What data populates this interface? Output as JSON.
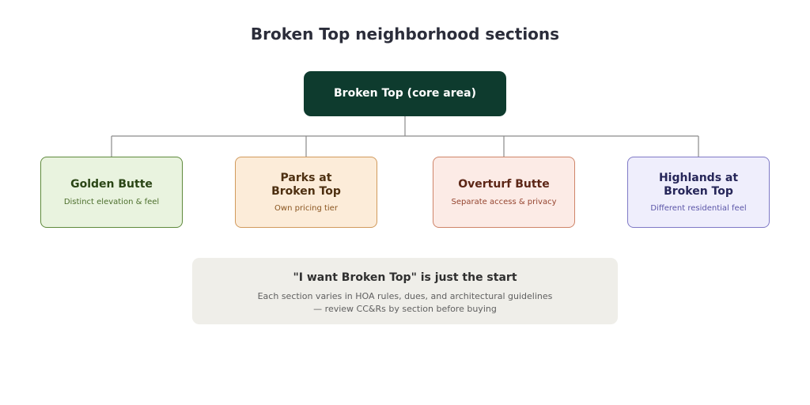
{
  "title": "Broken Top neighborhood sections",
  "root": {
    "label": "Broken Top (core area)"
  },
  "sections": [
    {
      "title": "Golden Butte",
      "subtitle": "Distinct elevation & feel"
    },
    {
      "title_lines": [
        "Parks at",
        "Broken Top"
      ],
      "subtitle": "Own pricing tier"
    },
    {
      "title": "Overturf Butte",
      "subtitle": "Separate access & privacy"
    },
    {
      "title_lines": [
        "Highlands at",
        "Broken Top"
      ],
      "subtitle": "Different residential feel"
    }
  ],
  "note": {
    "title": "\"I want Broken Top\" is just the start",
    "lines": [
      "Each section varies in HOA rules, dues, and architectural guidelines",
      "— review CC&Rs by section before buying"
    ]
  },
  "colors": {
    "root_fill": "#0e3b2e",
    "connector": "#8a8a8a",
    "golden_butte_fill": "#e9f3df",
    "parks_fill": "#fcecd9",
    "overturf_fill": "#fcebe6",
    "highlands_fill": "#efeefc",
    "note_fill": "#efeee9"
  }
}
